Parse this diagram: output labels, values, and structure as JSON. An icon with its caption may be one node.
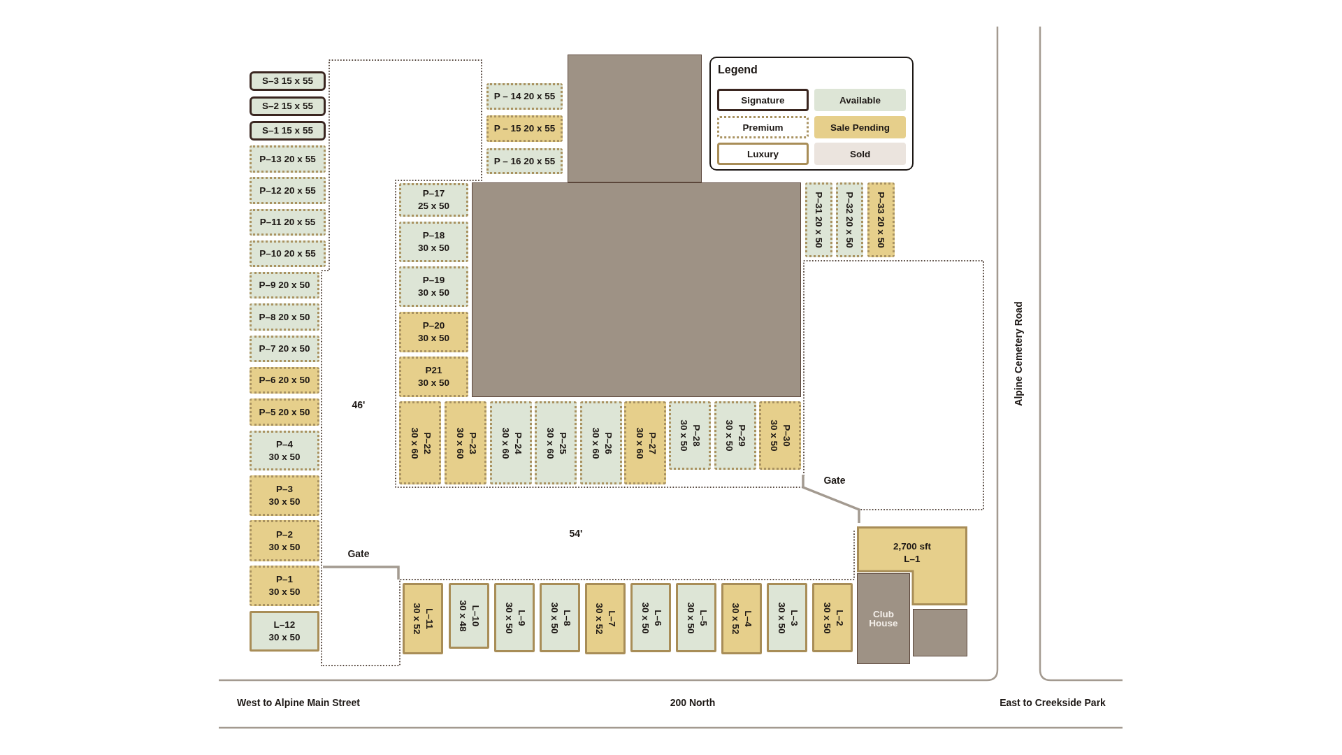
{
  "diagram": {
    "nodes": [
      {
        "text": [
          "S–3 15 x 55"
        ]
      },
      {
        "text": [
          "S–2 15 x 55"
        ]
      },
      {
        "text": [
          "S–1 15 x 55"
        ]
      },
      {
        "text": [
          "P–13 20 x 55"
        ]
      },
      {
        "text": [
          "P–12 20 x 55"
        ]
      },
      {
        "text": [
          "P–11 20 x 55"
        ]
      },
      {
        "text": [
          "P–10 20 x 55"
        ]
      },
      {
        "text": [
          "P–9 20 x 50"
        ]
      },
      {
        "text": [
          "P–8 20 x 50"
        ]
      },
      {
        "text": [
          "P–7 20 x 50"
        ]
      },
      {
        "text": [
          "P–6 20 x 50"
        ]
      },
      {
        "text": [
          "P–5 20 x 50"
        ]
      },
      {
        "text": [
          "P–4",
          "30 x 50"
        ]
      },
      {
        "text": [
          "P–3",
          "30 x 50"
        ]
      },
      {
        "text": [
          "P–2",
          "30 x 50"
        ]
      },
      {
        "text": [
          "P–1",
          "30 x 50"
        ]
      },
      {
        "text": [
          "L–12",
          "30 x 50"
        ]
      },
      {
        "text": [
          "P – 14 20 x 55"
        ]
      },
      {
        "text": [
          "P – 15 20 x 55"
        ]
      },
      {
        "text": [
          "P – 16 20 x 55"
        ]
      },
      {
        "text": [],
        "shape": "box"
      },
      {
        "text": [
          "P–17",
          "25 x 50"
        ]
      },
      {
        "text": [
          "P–18",
          "30 x 50"
        ]
      },
      {
        "text": [
          "P–19",
          "30 x 50"
        ]
      },
      {
        "text": [
          "P–20",
          "30 x 50"
        ]
      },
      {
        "text": [
          "P21",
          "30 x 50"
        ]
      },
      {
        "text": [],
        "shape": "box"
      },
      {
        "text": [
          "P–22",
          "30 x 60"
        ]
      },
      {
        "text": [
          "P–23",
          "30 x 60"
        ]
      },
      {
        "text": [
          "P–24",
          "30 x 60"
        ]
      },
      {
        "text": [
          "P–25",
          "30 x 60"
        ]
      },
      {
        "text": [
          "P–26",
          "30 x 60"
        ]
      },
      {
        "text": [
          "P–27",
          "30 x 60"
        ]
      },
      {
        "text": [
          "P–28",
          "30 x 50"
        ]
      },
      {
        "text": [
          "P–29",
          "30 x 50"
        ]
      },
      {
        "text": [
          "P–30",
          "30 x 50"
        ]
      },
      {
        "text": [
          "P–31 20 x 50"
        ]
      },
      {
        "text": [
          "P–32 20 x 50"
        ]
      },
      {
        "text": [
          "P–33 20 x 50"
        ]
      },
      {
        "text": [
          "L–11",
          "30 x 52"
        ]
      },
      {
        "text": [
          "L–10",
          "30 x 48"
        ]
      },
      {
        "text": [
          "L–9",
          "30 x 50"
        ]
      },
      {
        "text": [
          "L–8",
          "30 x 50"
        ]
      },
      {
        "text": [
          "L–7",
          "30 x 52"
        ]
      },
      {
        "text": [
          "L–6",
          "30 x 50"
        ]
      },
      {
        "text": [
          "L–5",
          "30 x 50"
        ]
      },
      {
        "text": [
          "L–4",
          "30 x 52"
        ]
      },
      {
        "text": [
          "L–3",
          "30 x 50"
        ]
      },
      {
        "text": [
          "L–2",
          "30 x 50"
        ]
      },
      {
        "text": [
          "2,700 sft",
          "L–1"
        ]
      },
      {
        "text": [
          "Club House"
        ]
      },
      {
        "text": [],
        "shape": "box"
      }
    ],
    "labels": [
      "Legend",
      "Alpine Cemetery Road",
      "46'",
      "Gate",
      "54'",
      "Gate",
      "West to Alpine Main Street",
      "200 North",
      "East to Creekside Park"
    ],
    "legend": [
      {
        "text": "Signature"
      },
      {
        "text": "Available",
        "color": "#dde5d6"
      },
      {
        "text": "Premium"
      },
      {
        "text": "Sale Pending",
        "color": "#e6cf8b"
      },
      {
        "text": "Luxury"
      },
      {
        "text": "Sold",
        "color": "#ebe4de"
      }
    ]
  }
}
